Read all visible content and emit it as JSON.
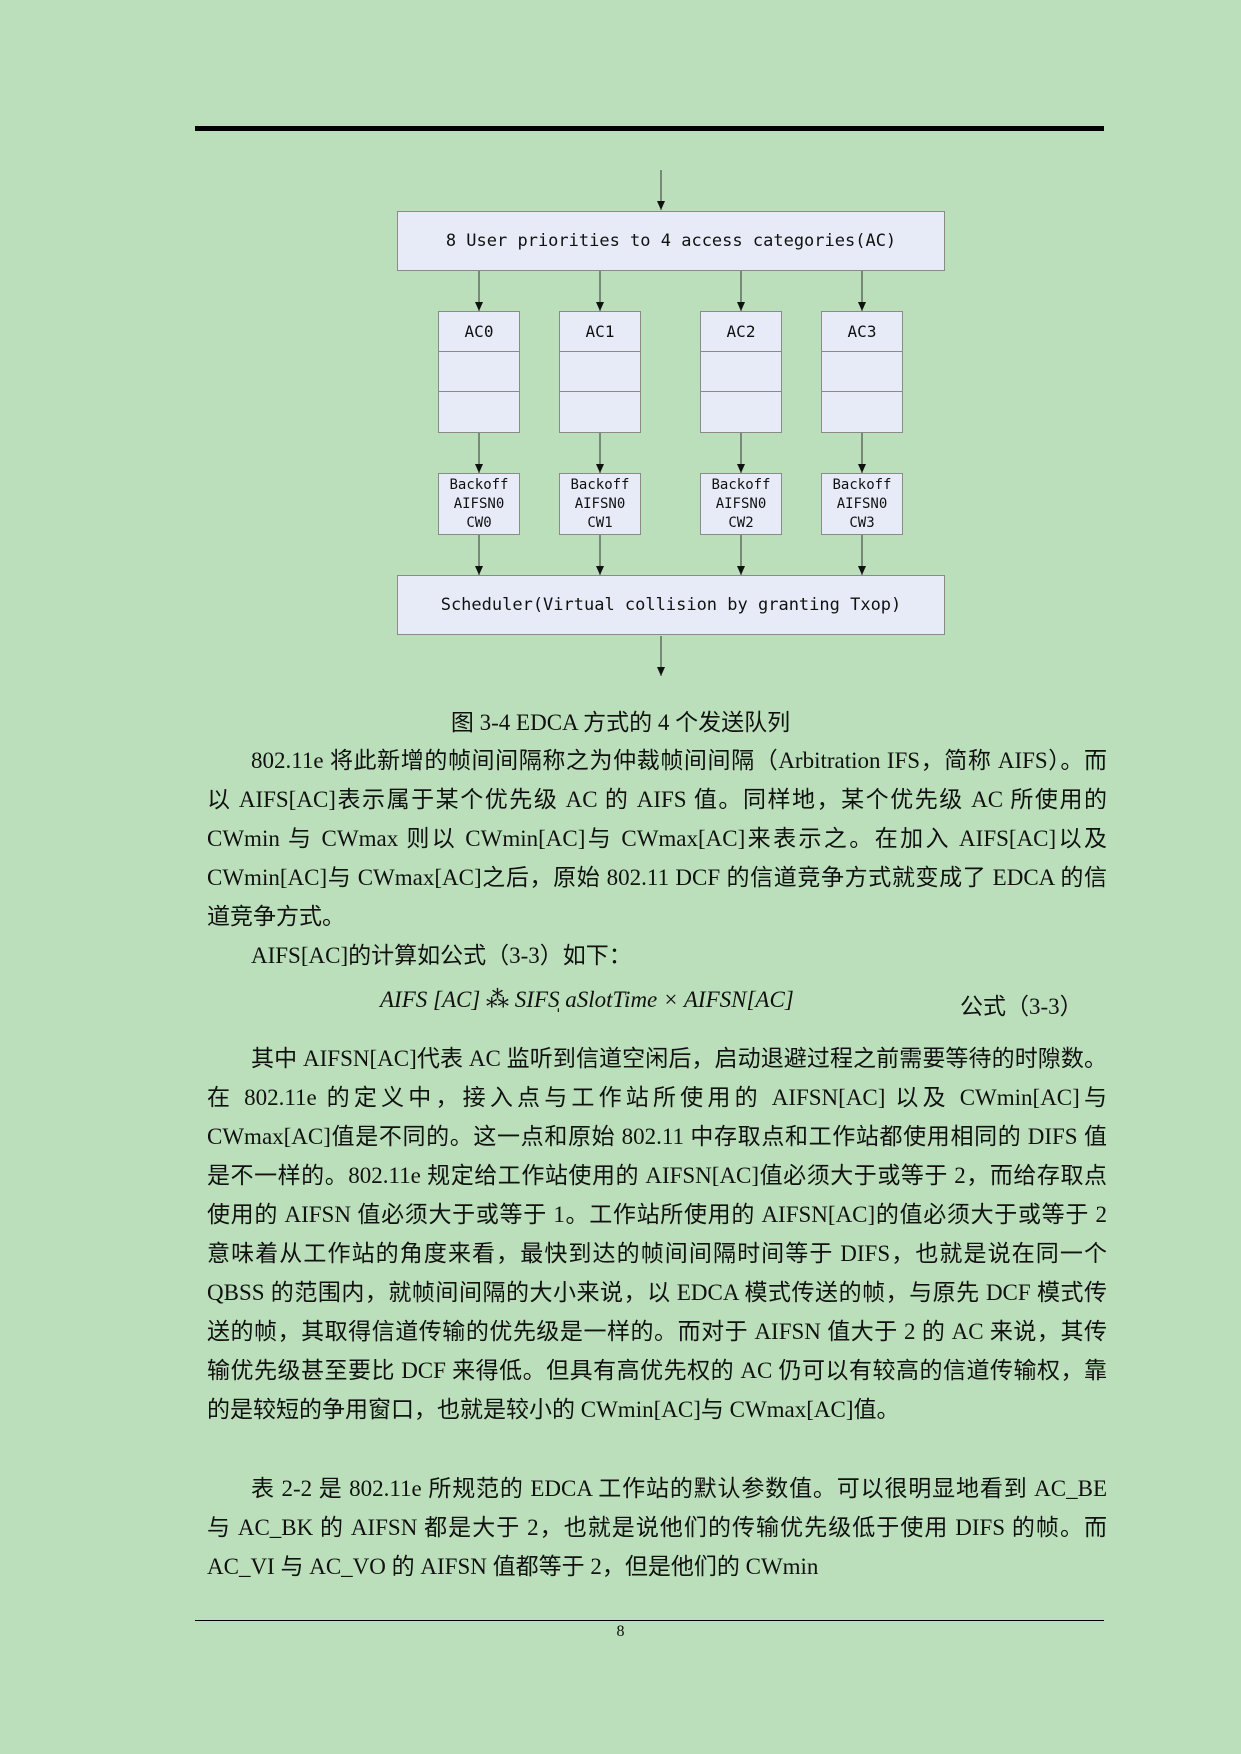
{
  "diagram": {
    "top_box": "8 User priorities to 4 access categories(AC)",
    "queues": [
      "AC0",
      "AC1",
      "AC2",
      "AC3"
    ],
    "backoffs": [
      [
        "Backoff",
        "AIFSN0",
        "CW0"
      ],
      [
        "Backoff",
        "AIFSN0",
        "CW1"
      ],
      [
        "Backoff",
        "AIFSN0",
        "CW2"
      ],
      [
        "Backoff",
        "AIFSN0",
        "CW3"
      ]
    ],
    "bottom_box": "Scheduler(Virtual collision by granting Txop)"
  },
  "caption": "图 3-4 EDCA 方式的 4 个发送队列",
  "paragraphs": [
    "802.11e 将此新增的帧间间隔称之为仲裁帧间间隔（Arbitration IFS，简称 AIFS）。而以 AIFS[AC]表示属于某个优先级 AC 的 AIFS 值。同样地，某个优先级 AC 所使用的 CWmin 与 CWmax 则以 CWmin[AC]与 CWmax[AC]来表示之。在加入 AIFS[AC]以及 CWmin[AC]与 CWmax[AC]之后，原始 802.11 DCF 的信道竞争方式就变成了 EDCA 的信道竞争方式。",
    "AIFS[AC]的计算如公式（3-3）如下：",
    "其中 AIFSN[AC]代表 AC 监听到信道空闲后，启动退避过程之前需要等待的时隙数。在 802.11e 的定义中，接入点与工作站所使用的 AIFSN[AC] 以及 CWmin[AC]与 CWmax[AC]值是不同的。这一点和原始 802.11 中存取点和工作站都使用相同的 DIFS 值是不一样的。802.11e 规定给工作站使用的 AIFSN[AC]值必须大于或等于 2，而给存取点使用的 AIFSN 值必须大于或等于 1。工作站所使用的 AIFSN[AC]的值必须大于或等于 2 意味着从工作站的角度来看，最快到达的帧间间隔时间等于 DIFS，也就是说在同一个 QBSS 的范围内，就帧间间隔的大小来说，以 EDCA 模式传送的帧，与原先 DCF 模式传送的帧，其取得信道传输的优先级是一样的。而对于 AIFSN 值大于 2 的 AC 来说，其传输优先级甚至要比 DCF 来得低。但具有高优先权的 AC 仍可以有较高的信道传输权，靠的是较短的争用窗口，也就是较小的 CWmin[AC]与 CWmax[AC]值。",
    "表 2-2 是 802.11e 所规范的 EDCA 工作站的默认参数值。可以很明显地看到 AC_BE 与 AC_BK 的 AIFSN 都是大于 2，也就是说他们的传输优先级低于使用 DIFS 的帧。而 AC_VI 与 AC_VO 的 AIFSN 值都等于 2，但是他们的 CWmin"
  ],
  "formula": "AIFS [AC] ⁂ SIFS̩  aSlotTime × AIFSN[AC]",
  "formula_label": "公式（3-3）",
  "page_number": "8"
}
